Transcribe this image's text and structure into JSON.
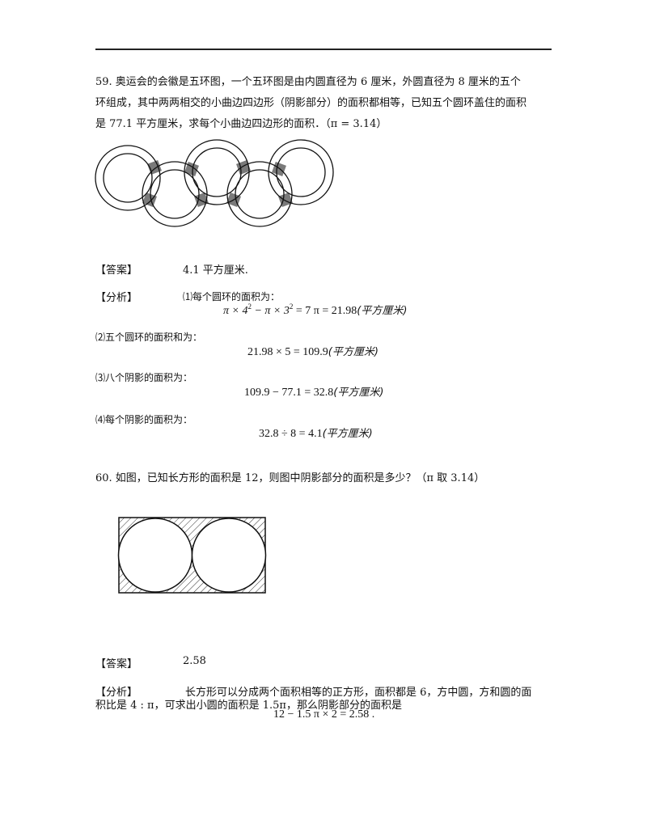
{
  "q59": {
    "line1": "59. 奥运会的会徽是五环图，一个五环图是由内圆直径为  6  厘米，外圆直径为  8  厘米的五个",
    "line2": "环组成，其中两两相交的小曲边四边形（阴影部分）的面积都相等，已知五个圆环盖住的面积",
    "line3": "是  77.1  平方厘米，求每个小曲边四边形的面积．（π = 3.14）",
    "answer_label": "【答案】",
    "answer_value": "4.1  平方厘米.",
    "analysis_label": "【分析】",
    "step1": "⑴每个圆环的面积为：",
    "eq1_a": "π × 4",
    "eq1_e1": "2",
    "eq1_b": " − π × 3",
    "eq1_e2": "2",
    "eq1_c": " = 7 π = 21.98",
    "step2": "⑵五个圆环的面积和为：",
    "eq2": "21.98 × 5 = 109.9",
    "step3": "⑶八个阴影的面积为：",
    "eq3": "109.9 − 77.1 = 32.8",
    "step4": "⑷每个阴影的面积为：",
    "eq4": "32.8 ÷ 8 = 4.1",
    "unit": "(平方厘米)"
  },
  "q60": {
    "question": "60. 如图，已知长方形的面积是  12，则图中阴影部分的面积是多少？（π  取  3.14）",
    "answer_label": "【答案】",
    "answer_value": "2.58",
    "analysis_label": "【分析】",
    "analysis_line1": "长方形可以分成两个面积相等的正方形，面积都是  6，方中圆，方和圆的面",
    "analysis_line2": "积比是  4 : π，可求出小圆的面积是  1.5π，那么阴影部分的面积是",
    "analysis_eq": "12 − 1.5 π × 2 = 2.58 ."
  },
  "colors": {
    "shade": "#7a7a7a",
    "ink": "#111111"
  }
}
